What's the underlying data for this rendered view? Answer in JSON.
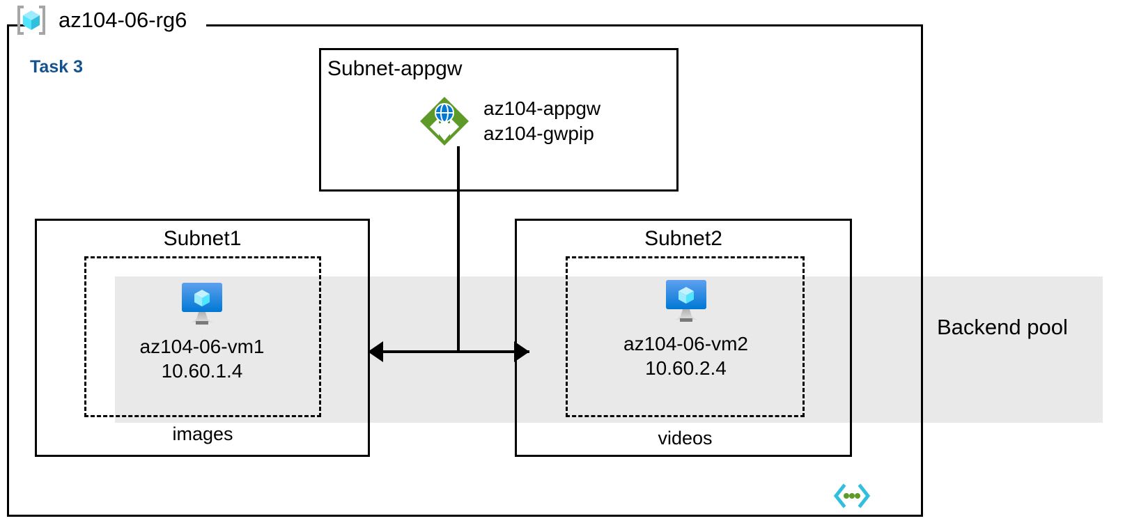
{
  "diagram": {
    "title": "az104-06-rg6",
    "title_icon": "resource-group-icon",
    "task_label": "Task 3",
    "vnet_icon": "vnet-code-icon",
    "colors": {
      "task_blue": "#13528f",
      "backend_band_gray": "#e9e9e9",
      "appgw_green": "#5e9a27",
      "vm_blue": "#2e8ae6",
      "cube_cyan": "#50e6ff",
      "border_black": "#000000"
    }
  },
  "backend_pool": {
    "label": "Backend pool"
  },
  "subnet_appgw": {
    "title": "Subnet-appgw",
    "resource_icon": "application-gateway-icon",
    "resources": {
      "gateway_name": "az104-appgw",
      "public_ip_name": "az104-gwpip"
    }
  },
  "subnet1": {
    "title": "Subnet1",
    "nsg_label": "images",
    "vm": {
      "icon": "virtual-machine-icon",
      "name": "az104-06-vm1",
      "ip": "10.60.1.4"
    }
  },
  "subnet2": {
    "title": "Subnet2",
    "nsg_label": "videos",
    "vm": {
      "icon": "virtual-machine-icon",
      "name": "az104-06-vm2",
      "ip": "10.60.2.4"
    }
  }
}
